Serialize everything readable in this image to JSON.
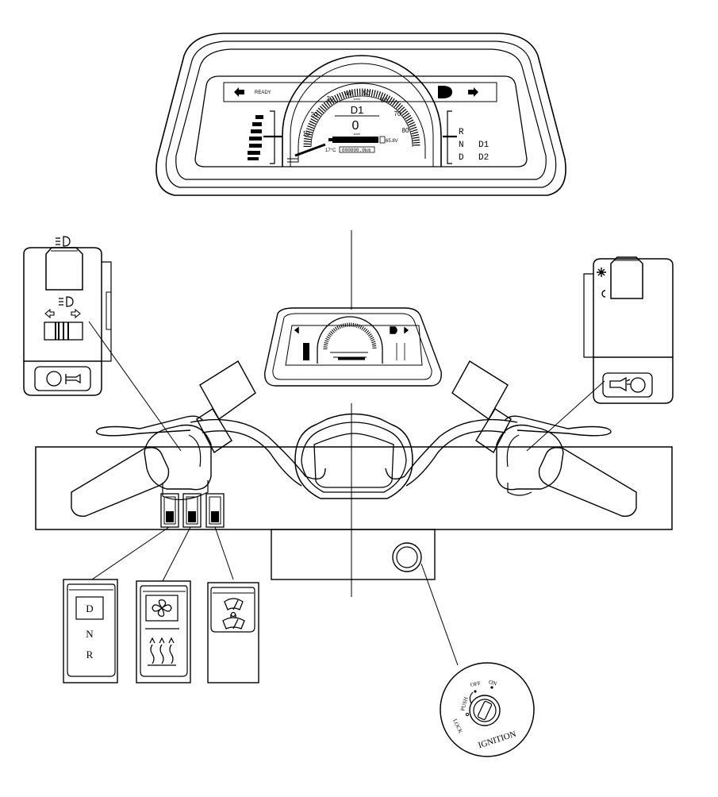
{
  "cluster": {
    "status_text": "READY",
    "speed_ticks": [
      "10",
      "20",
      "30",
      "40",
      "50",
      "60",
      "70",
      "80"
    ],
    "unit_text": "km/h",
    "gear_display": "D1",
    "speed_value": "0",
    "speed_unit": "km/h",
    "voltage_text": "65.8V",
    "temp_text": "17°C",
    "odometer_text": "000000.0km",
    "gear_letters": [
      "R",
      "N",
      "D"
    ],
    "drive_modes": [
      "D1",
      "D2"
    ]
  },
  "switch_panel": {
    "gear_switch_labels": [
      "D",
      "N",
      "R"
    ]
  },
  "ignition": {
    "positions": [
      "OFF",
      "ON",
      "PUSH",
      "LOCK"
    ],
    "label": "IGNITION"
  }
}
